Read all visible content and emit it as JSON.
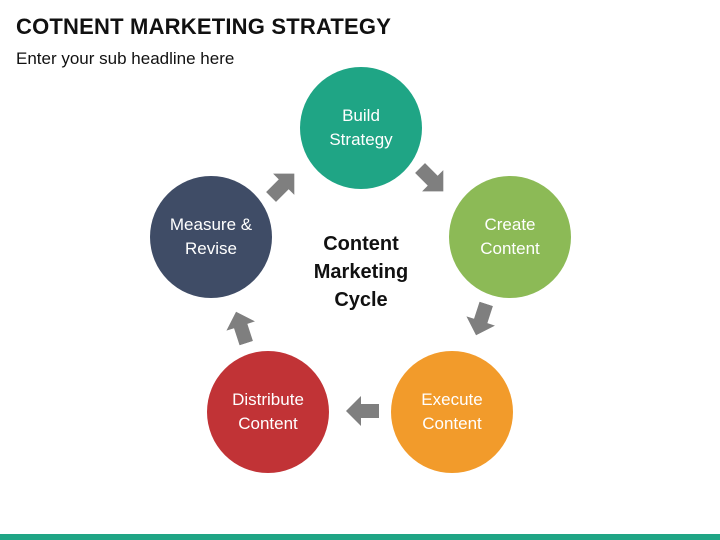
{
  "header": {
    "title": "COTNENT MARKETING STRATEGY",
    "subtitle": "Enter your sub headline here"
  },
  "diagram": {
    "center_label": "Content\nMarketing\nCycle",
    "nodes": [
      {
        "label": "Build\nStrategy",
        "color": "#1fa585"
      },
      {
        "label": "Create\nContent",
        "color": "#8cba56"
      },
      {
        "label": "Execute\nContent",
        "color": "#f29b2b"
      },
      {
        "label": "Distribute\nContent",
        "color": "#c13336"
      },
      {
        "label": "Measure &\nRevise",
        "color": "#3f4c66"
      }
    ],
    "arrow_color": "#7f7f7f"
  },
  "footer": {
    "bar_color": "#1fa585"
  }
}
